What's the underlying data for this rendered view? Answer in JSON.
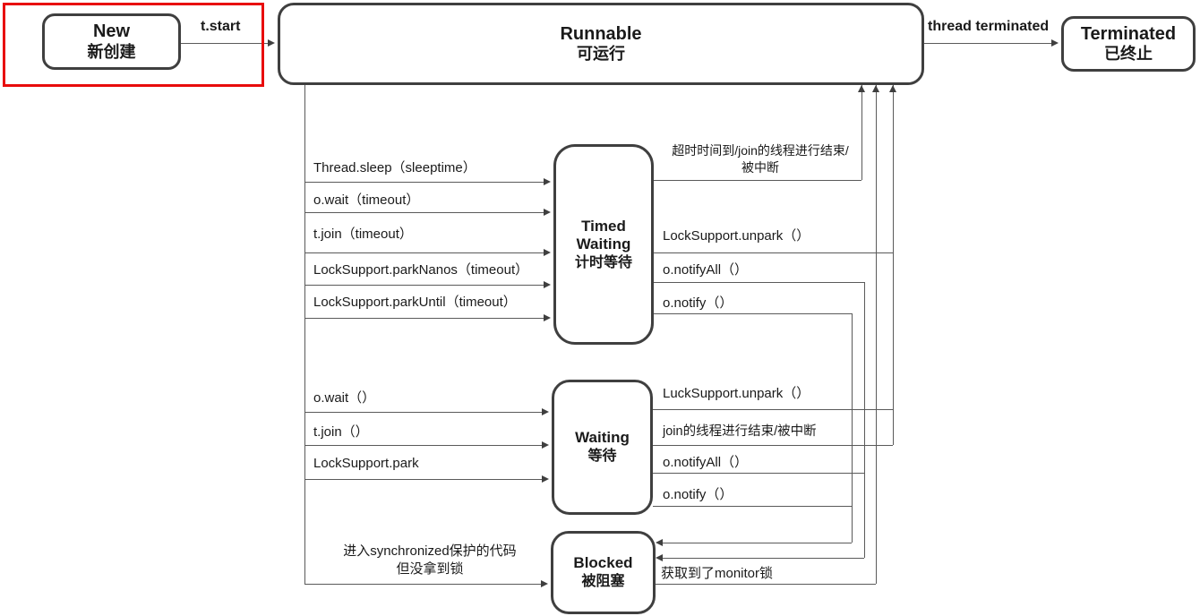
{
  "colors": {
    "highlight_red": "#e80c0c",
    "box_border": "#3f3f3f",
    "connector_line": "#5a5a5a",
    "text": "#1a1a1a"
  },
  "nodes": {
    "new": {
      "title": "New",
      "subtitle": "新创建"
    },
    "runnable": {
      "title": "Runnable",
      "subtitle": "可运行"
    },
    "terminated": {
      "title": "Terminated",
      "subtitle": "已终止"
    },
    "timed_waiting": {
      "title": "Timed Waiting",
      "subtitle": "计时等待"
    },
    "waiting": {
      "title": "Waiting",
      "subtitle": "等待"
    },
    "blocked": {
      "title": "Blocked",
      "subtitle": "被阻塞"
    }
  },
  "transitions": {
    "t_start": "t.start",
    "thread_terminated": "thread terminated",
    "to_timed_waiting": [
      "Thread.sleep（sleeptime）",
      "o.wait（timeout）",
      "t.join（timeout）",
      "LockSupport.parkNanos（timeout）",
      "LockSupport.parkUntil（timeout）"
    ],
    "from_timed_waiting": {
      "timeout_line1": "超时时间到/join的线程进行结束/",
      "timeout_line2": "被中断",
      "unpark": "LockSupport.unpark（）",
      "notify_all": "o.notifyAll（）",
      "notify": "o.notify（）"
    },
    "to_waiting": [
      "o.wait（）",
      "t.join（）",
      "LockSupport.park"
    ],
    "from_waiting": {
      "unpark": "LuckSupport.unpark（）",
      "join_end": "join的线程进行结束/被中断",
      "notify_all": "o.notifyAll（）",
      "notify": "o.notify（）"
    },
    "to_blocked": {
      "line1": "进入synchronized保护的代码",
      "line2": "但没拿到锁"
    },
    "from_blocked": "获取到了monitor锁"
  }
}
